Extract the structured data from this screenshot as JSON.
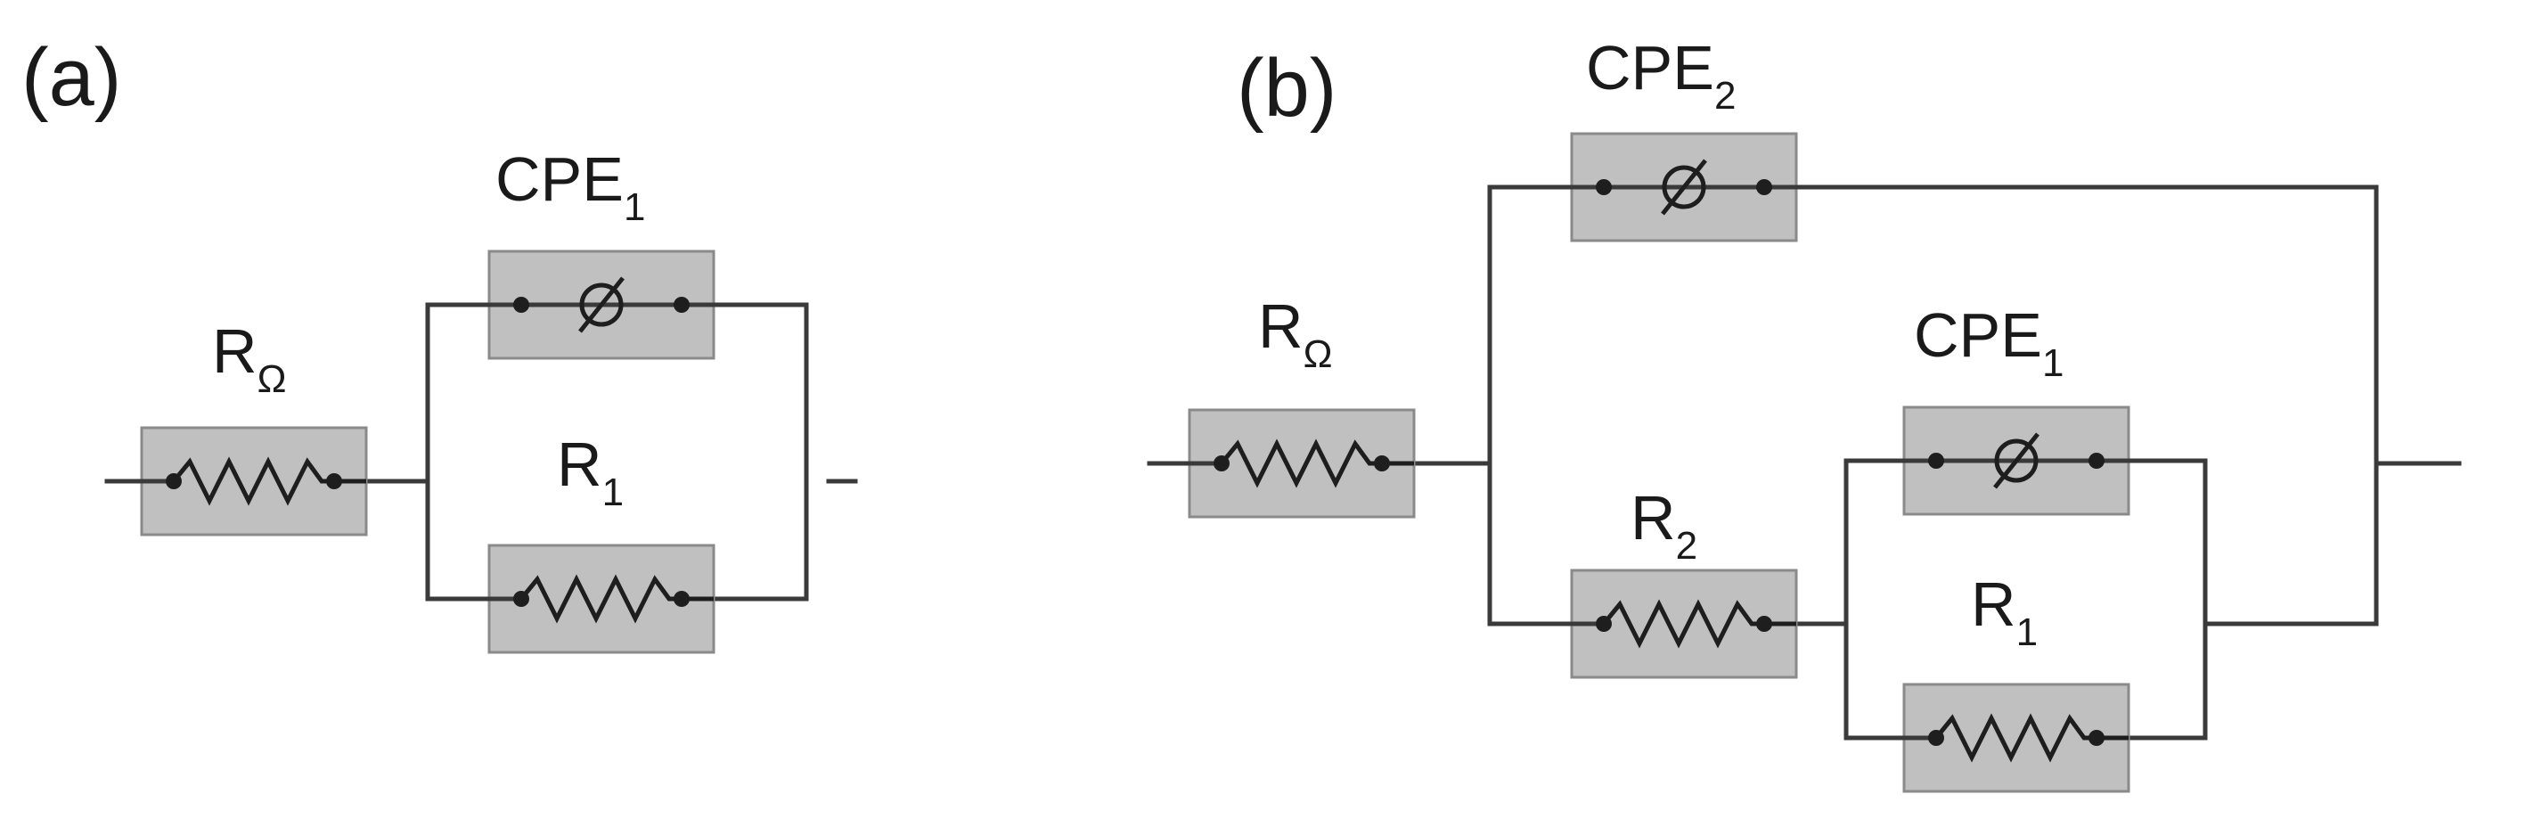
{
  "panels": {
    "a": {
      "label": "(a)",
      "elements": {
        "r_ohm": {
          "main": "R",
          "sub": "Ω"
        },
        "cpe1": {
          "main": "CPE",
          "sub": "1"
        },
        "r1": {
          "main": "R",
          "sub": "1"
        }
      }
    },
    "b": {
      "label": "(b)",
      "elements": {
        "r_ohm": {
          "main": "R",
          "sub": "Ω"
        },
        "cpe2": {
          "main": "CPE",
          "sub": "2"
        },
        "cpe1": {
          "main": "CPE",
          "sub": "1"
        },
        "r2": {
          "main": "R",
          "sub": "2"
        },
        "r1": {
          "main": "R",
          "sub": "1"
        }
      }
    }
  },
  "colors": {
    "element_fill": "#c0c0c0",
    "wire": "#3a3a3a",
    "text": "#1a1a1a"
  },
  "icons": {
    "resistor": "resistor-zigzag-icon",
    "cpe": "cpe-slashed-circle-icon"
  }
}
